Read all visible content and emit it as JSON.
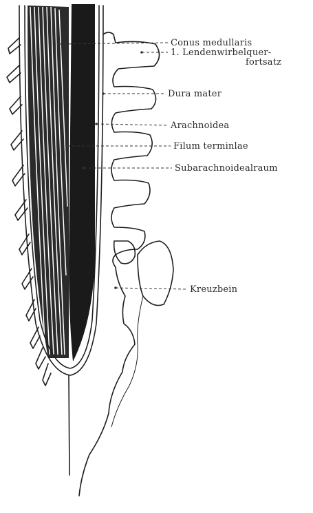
{
  "labels": {
    "conus_medullaris": "Conus medullaris",
    "lendenwirbel_line1": "1. Lendenwirbelquer-",
    "lendenwirbel_line2": "fortsatz",
    "dura_mater": "Dura mater",
    "arachnoidea": "Arachnoidea",
    "filum_terminale": "Filum terminlae",
    "subarachnoidealraum": "Subarachnoidealraum",
    "kreuzbein": "Kreuzbein"
  },
  "colors": {
    "ink": "#1e1e1e",
    "paper": "#ffffff",
    "cord": "#1a1a1a",
    "roots": "#2b2b2b"
  }
}
